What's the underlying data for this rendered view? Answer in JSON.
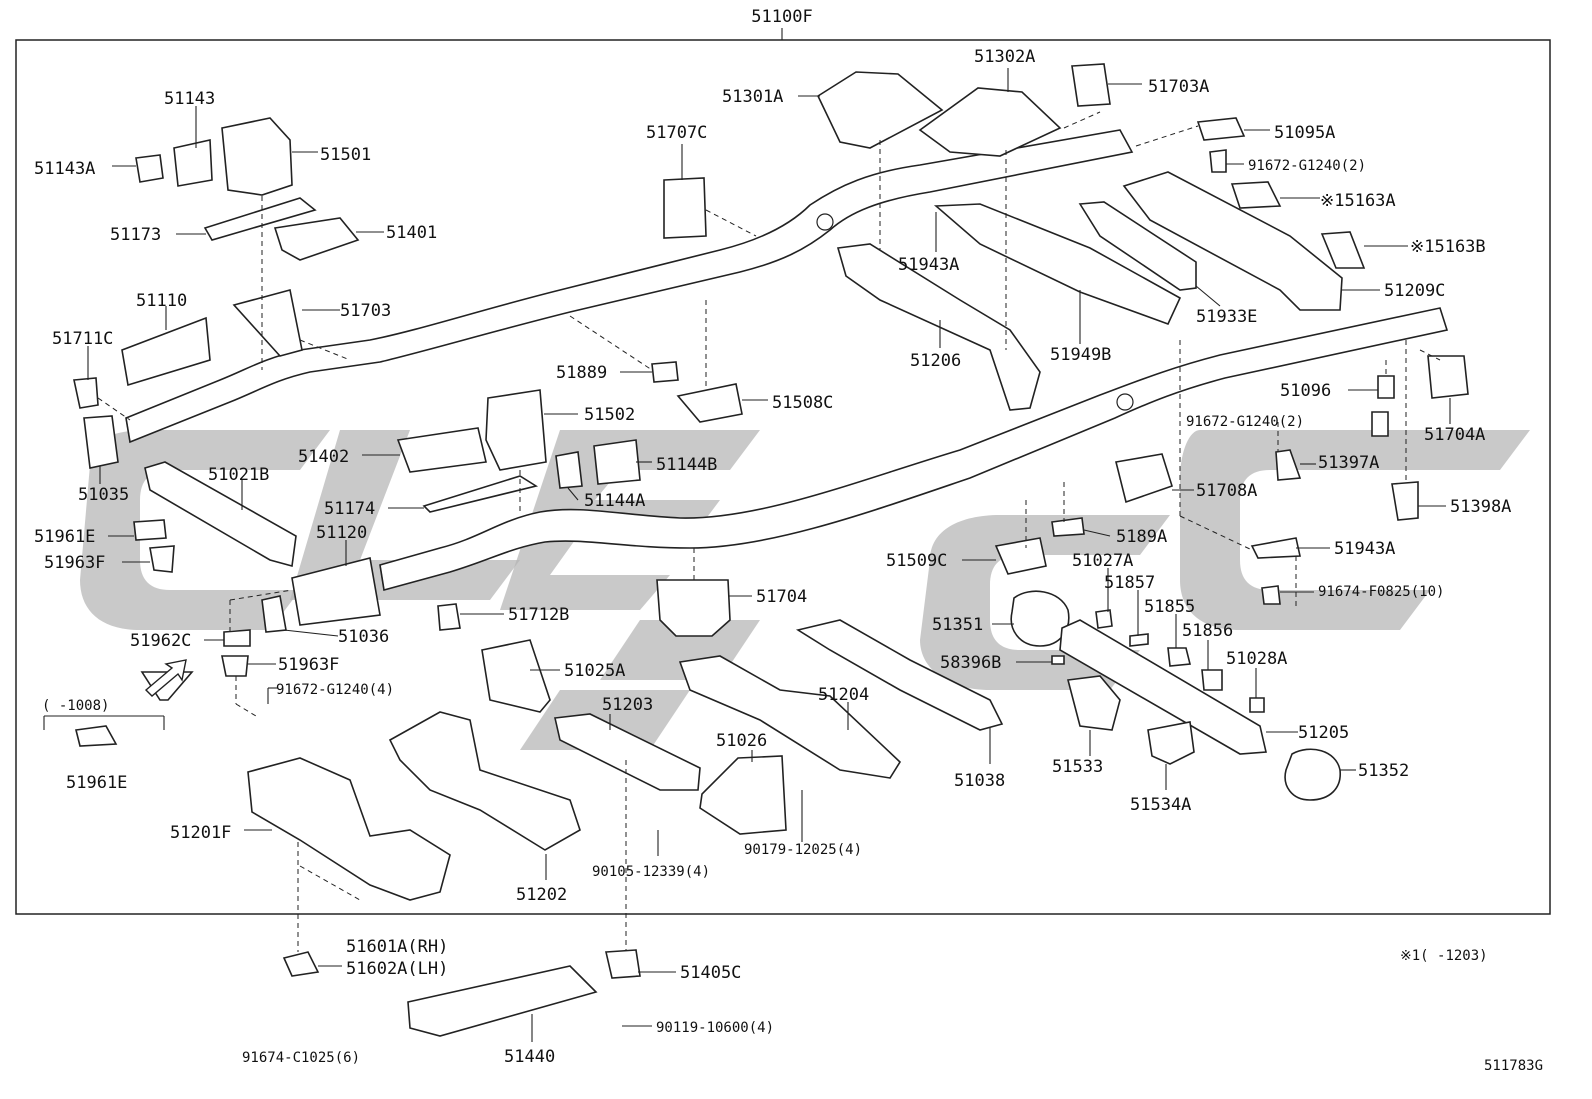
{
  "diagram": {
    "main_label": "51100F",
    "ref_code": "511783G",
    "footnote": "※1(    -1203)",
    "range_note": "(    -1008)",
    "labels": {
      "51143": "51143",
      "51143A": "51143A",
      "51501": "51501",
      "51173": "51173",
      "51401": "51401",
      "51110": "51110",
      "51703": "51703",
      "51711C": "51711C",
      "51035": "51035",
      "51021B": "51021B",
      "51961E_a": "51961E",
      "51963F_a": "51963F",
      "51120": "51120",
      "51036": "51036",
      "51962C": "51962C",
      "51963F_b": "51963F",
      "91672G1240_4": "91672-G1240(4)",
      "51961E_b": "51961E",
      "51201F": "51201F",
      "51202": "51202",
      "51203": "51203",
      "51025A": "51025A",
      "51712B": "51712B",
      "51704": "51704",
      "51026": "51026",
      "51204": "51204",
      "90105": "90105-12339(4)",
      "90179": "90179-12025(4)",
      "51038": "51038",
      "51601A": "51601A(RH)",
      "51602A": "51602A(LH)",
      "91674C1025": "91674-C1025(6)",
      "51440": "51440",
      "51405C": "51405C",
      "90119": "90119-10600(4)",
      "51402": "51402",
      "51502": "51502",
      "51174": "51174",
      "51144A": "51144A",
      "51144B": "51144B",
      "51889": "51889",
      "51508C": "51508C",
      "51707C": "51707C",
      "51301A": "51301A",
      "51302A": "51302A",
      "51703A": "51703A",
      "51095A": "51095A",
      "91672G1240_2a": "91672-G1240(2)",
      "15163A": "※15163A",
      "15163B": "※15163B",
      "51209C": "51209C",
      "51943A_a": "51943A",
      "51933E": "51933E",
      "51206": "51206",
      "51949B": "51949B",
      "51096": "51096",
      "91672G1240_2b": "91672-G1240(2)",
      "51704A": "51704A",
      "51397A": "51397A",
      "51708A": "51708A",
      "51398A": "51398A",
      "5189A": "5189A",
      "51509C": "51509C",
      "51943A_b": "51943A",
      "51027A": "51027A",
      "51857": "51857",
      "51855": "51855",
      "91674F0825": "91674-F0825(10)",
      "51351": "51351",
      "51856": "51856",
      "58396B": "58396B",
      "51028A": "51028A",
      "51205": "51205",
      "51533": "51533",
      "51534A": "51534A",
      "51352": "51352"
    }
  }
}
